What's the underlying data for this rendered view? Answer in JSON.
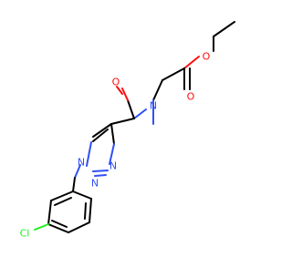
{
  "molecule": {
    "atoms": {
      "o_carbonyl_amide": "O",
      "o_carbonyl_ester": "O",
      "o_ether_ester": "O",
      "n_amide": "N",
      "n1_triazole": "N",
      "n2_triazole": "N",
      "n3_triazole": "N",
      "cl": "Cl"
    },
    "colors": {
      "bond": "#000000",
      "oxygen": "#ff0d0d",
      "nitrogen": "#3050f8",
      "chlorine": "#1ff01f"
    }
  }
}
